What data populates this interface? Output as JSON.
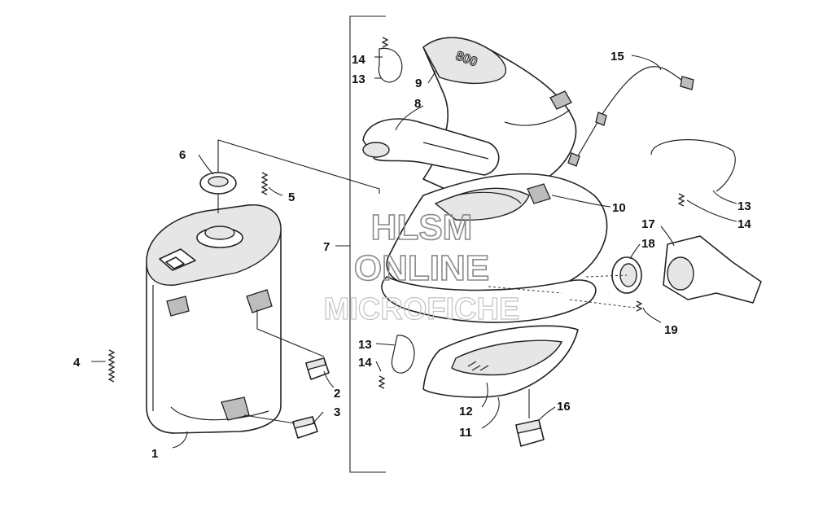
{
  "labels": {
    "l1": "1",
    "l2": "2",
    "l3": "3",
    "l4": "4",
    "l5": "5",
    "l6": "6",
    "l7": "7",
    "l8": "8",
    "l9": "9",
    "l10": "10",
    "l11": "11",
    "l12": "12",
    "l13a": "13",
    "l13b": "13",
    "l13c": "13",
    "l14a": "14",
    "l14b": "14",
    "l14c": "14",
    "l15": "15",
    "l16": "16",
    "l17": "17",
    "l18": "18",
    "l19": "19"
  },
  "watermark": {
    "line1": "HLSM",
    "line2": "ONLINE",
    "line3": "MICROFICHE"
  },
  "pipe_marking": "800"
}
